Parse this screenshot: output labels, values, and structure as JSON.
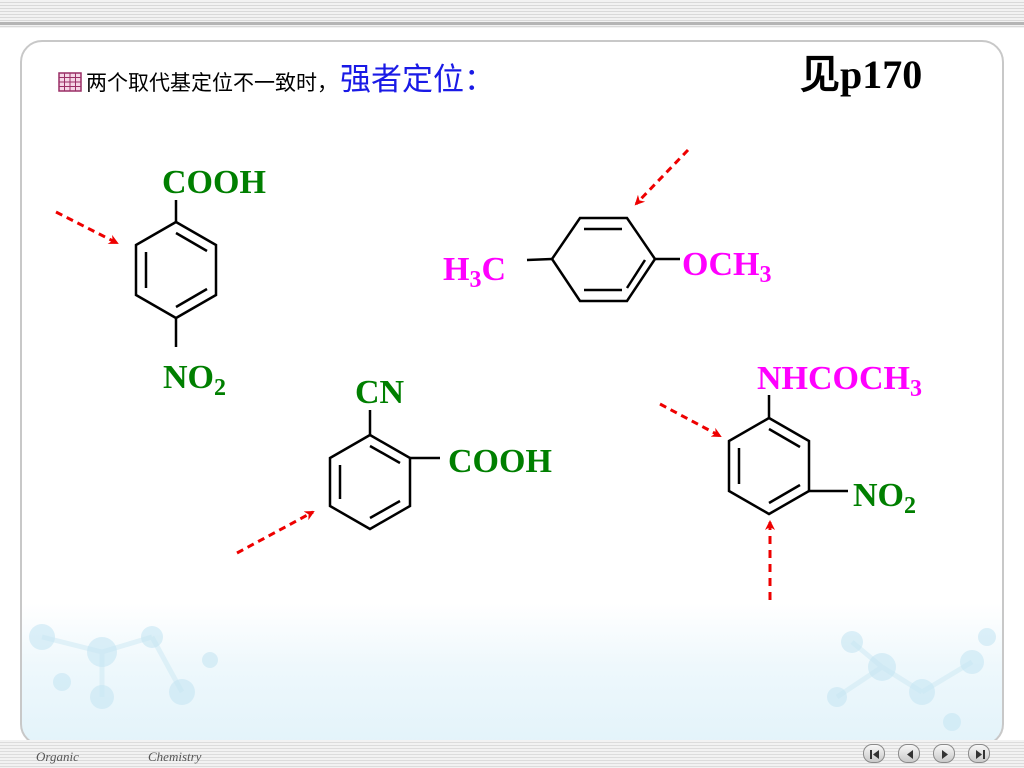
{
  "slide": {
    "title_prefix": "两个取代基定位不一致时，",
    "title_emphasis": "强者定位：",
    "title_ref_prefix": "见",
    "title_ref_page": "p170"
  },
  "colors": {
    "group_green": "#007f00",
    "group_magenta": "#ff00ff",
    "emphasis_blue": "#1a1ae6",
    "arrow_red": "#ee0000"
  },
  "molecules": [
    {
      "id": "p-nitrobenzoic-acid",
      "groups": [
        "COOH",
        "NO2"
      ],
      "group_color": "green"
    },
    {
      "id": "p-methylanisole",
      "groups": [
        "H3C",
        "OCH3"
      ],
      "group_color": "magenta"
    },
    {
      "id": "o-cyanobenzoic-acid",
      "groups": [
        "CN",
        "COOH"
      ],
      "group_color": "green"
    },
    {
      "id": "m-nitroacetanilide",
      "groups": [
        "NHCOCH3",
        "NO2"
      ],
      "group_color": "mixed"
    }
  ],
  "labels": {
    "m1_top": "COOH",
    "m1_bottom_main": "NO",
    "m1_bottom_sub": "2",
    "m2_left_main": "H",
    "m2_left_sub": "3",
    "m2_left_tail": "C",
    "m2_right_main": "OCH",
    "m2_right_sub": "3",
    "m3_top": "CN",
    "m3_right": "COOH",
    "m4_top_main": "NHCOCH",
    "m4_top_sub": "3",
    "m4_right_main": "NO",
    "m4_right_sub": "2"
  },
  "footer": {
    "left": "Organic",
    "right": "Chemistry"
  },
  "navigation": {
    "icons": [
      "first-page-icon",
      "previous-page-icon",
      "next-page-icon",
      "last-page-icon"
    ]
  }
}
